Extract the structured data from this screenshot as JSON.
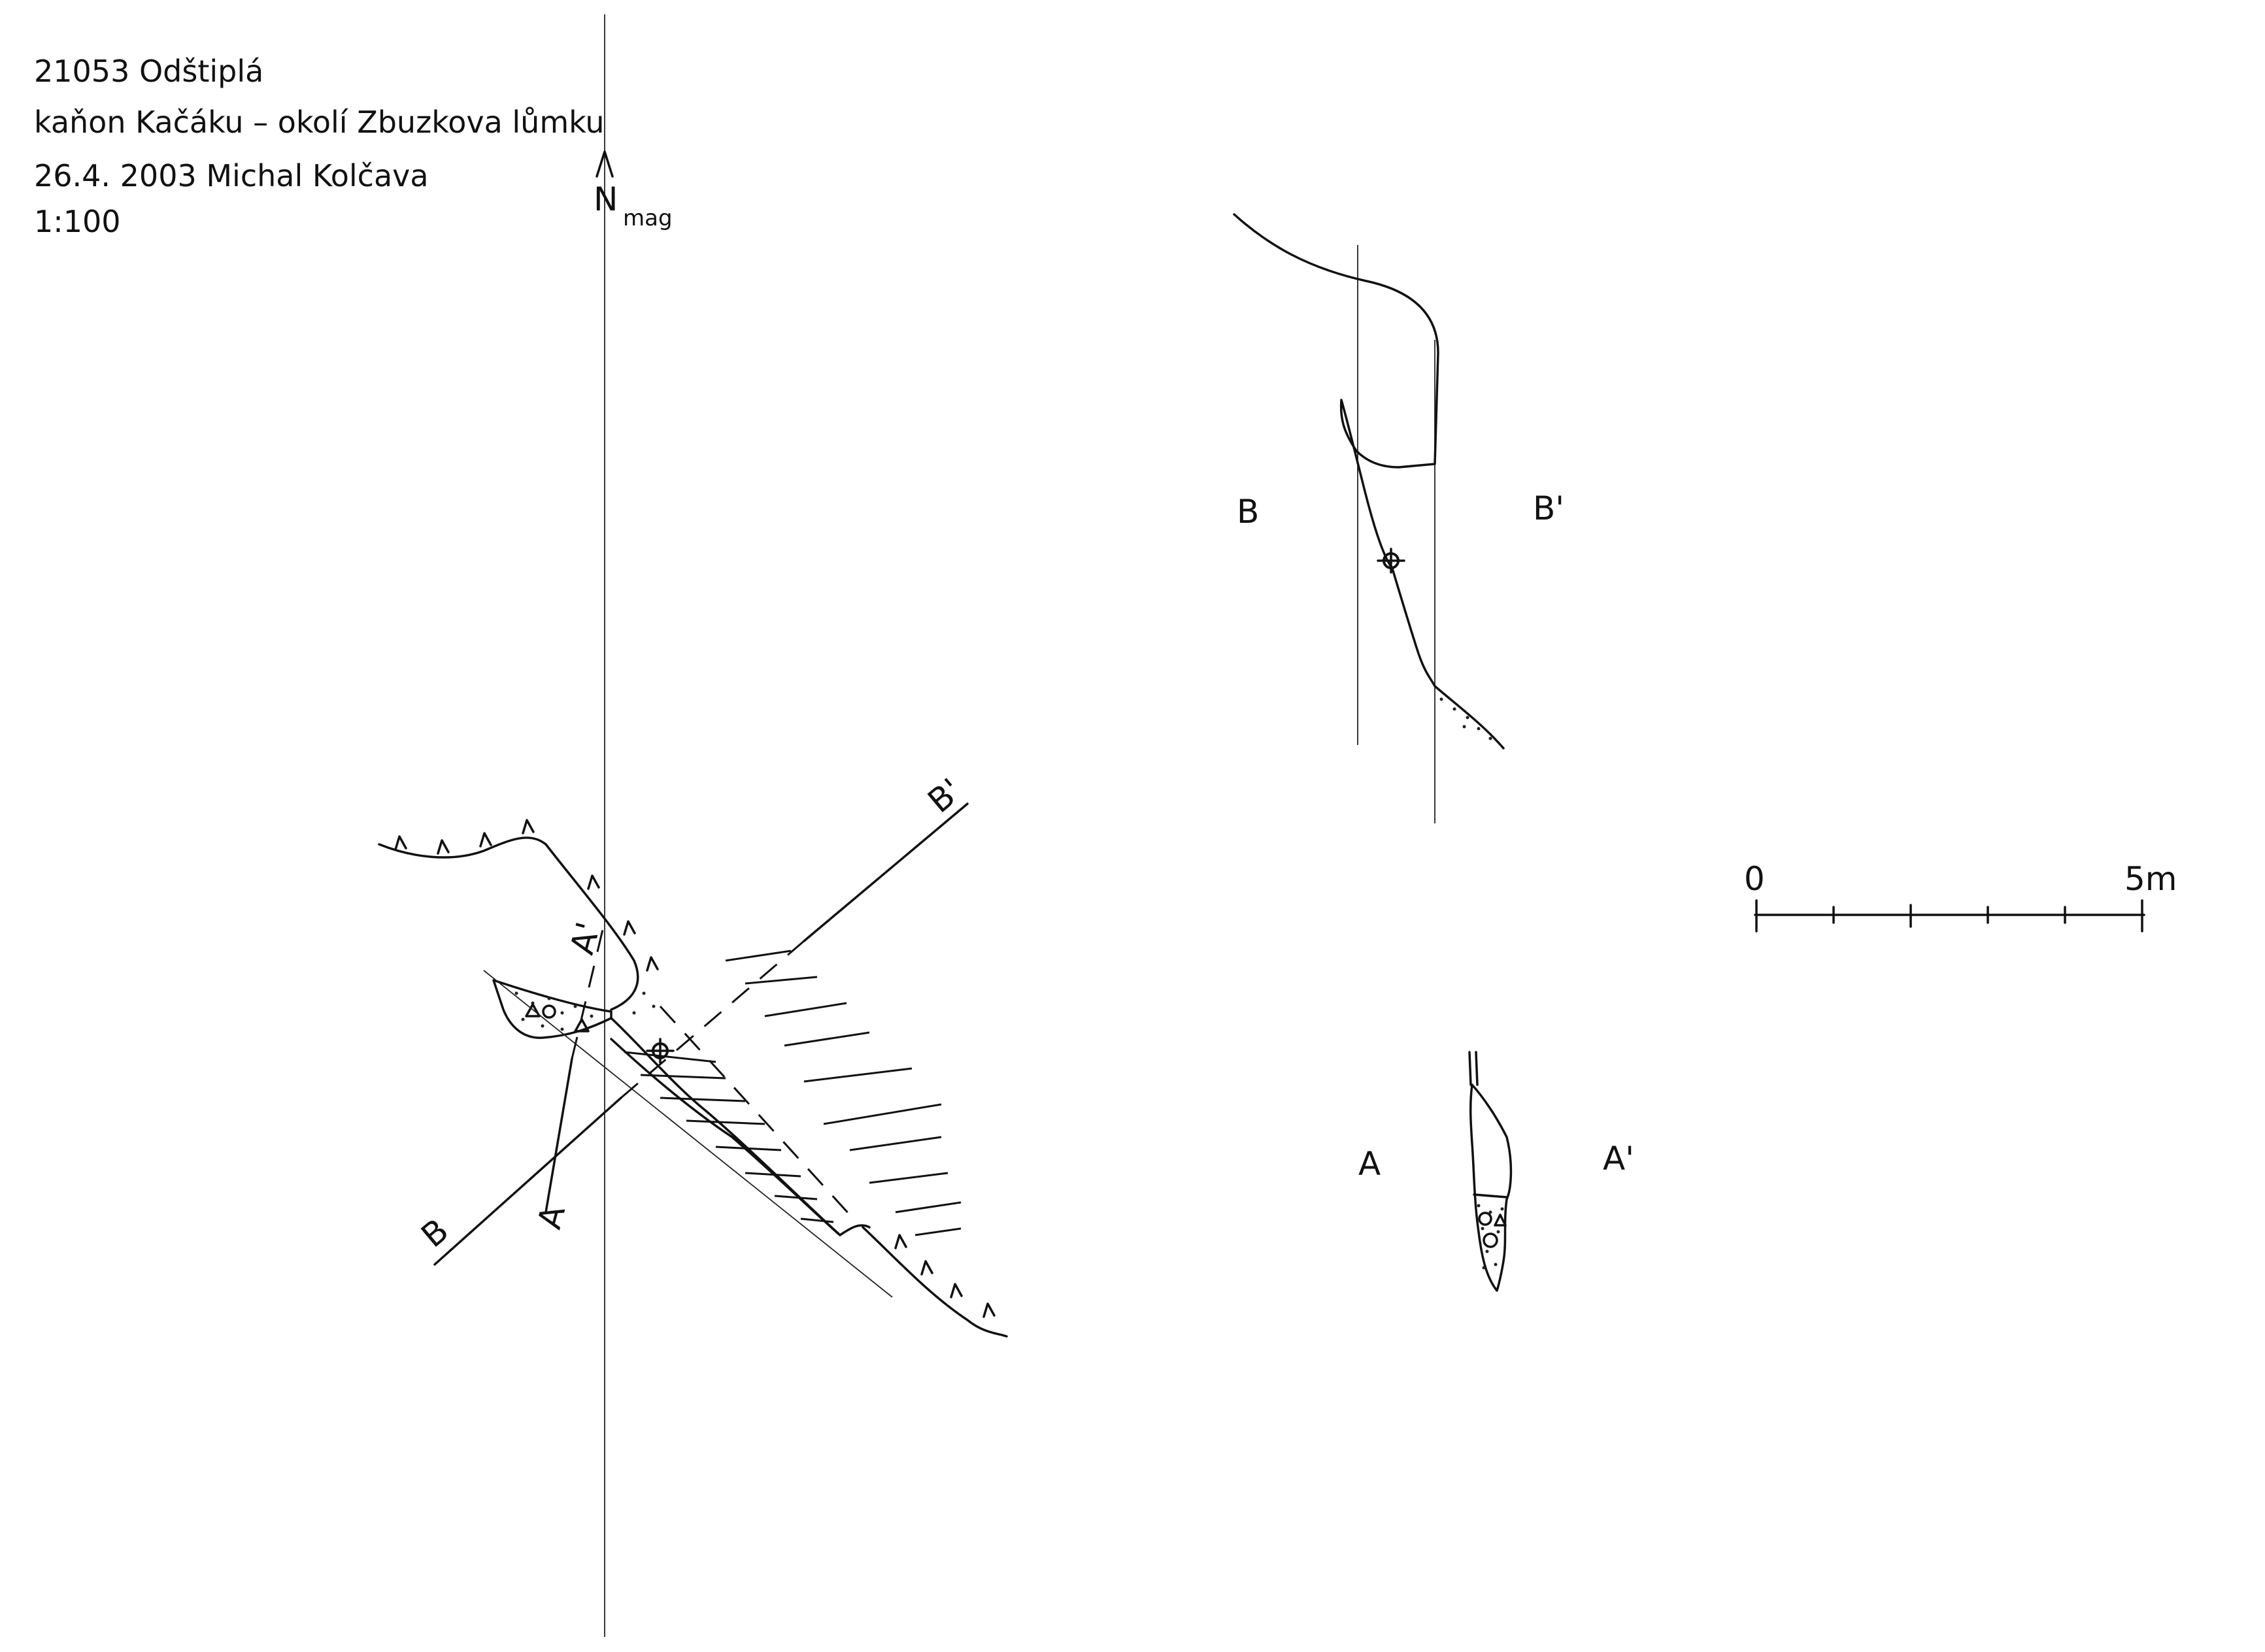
{
  "header": {
    "line1": "21053  Odštiplá",
    "line2": "kaňon Kačáku – okolí Zbuzkova lůmku",
    "line3": "26.4. 2003  Michal Kolčava",
    "line4": "1:100"
  },
  "north": {
    "letter": "N",
    "sub": "mag"
  },
  "plan_labels": {
    "b_start": "B",
    "b_end": "B'",
    "a_start": "A",
    "a_end": "A'"
  },
  "section_b": {
    "left": "B",
    "right": "B'"
  },
  "section_a": {
    "left": "A",
    "right": "A'"
  },
  "scale_bar": {
    "start": "0",
    "end": "5m"
  },
  "colors": {
    "ink": "#111111",
    "paper": "#ffffff"
  }
}
